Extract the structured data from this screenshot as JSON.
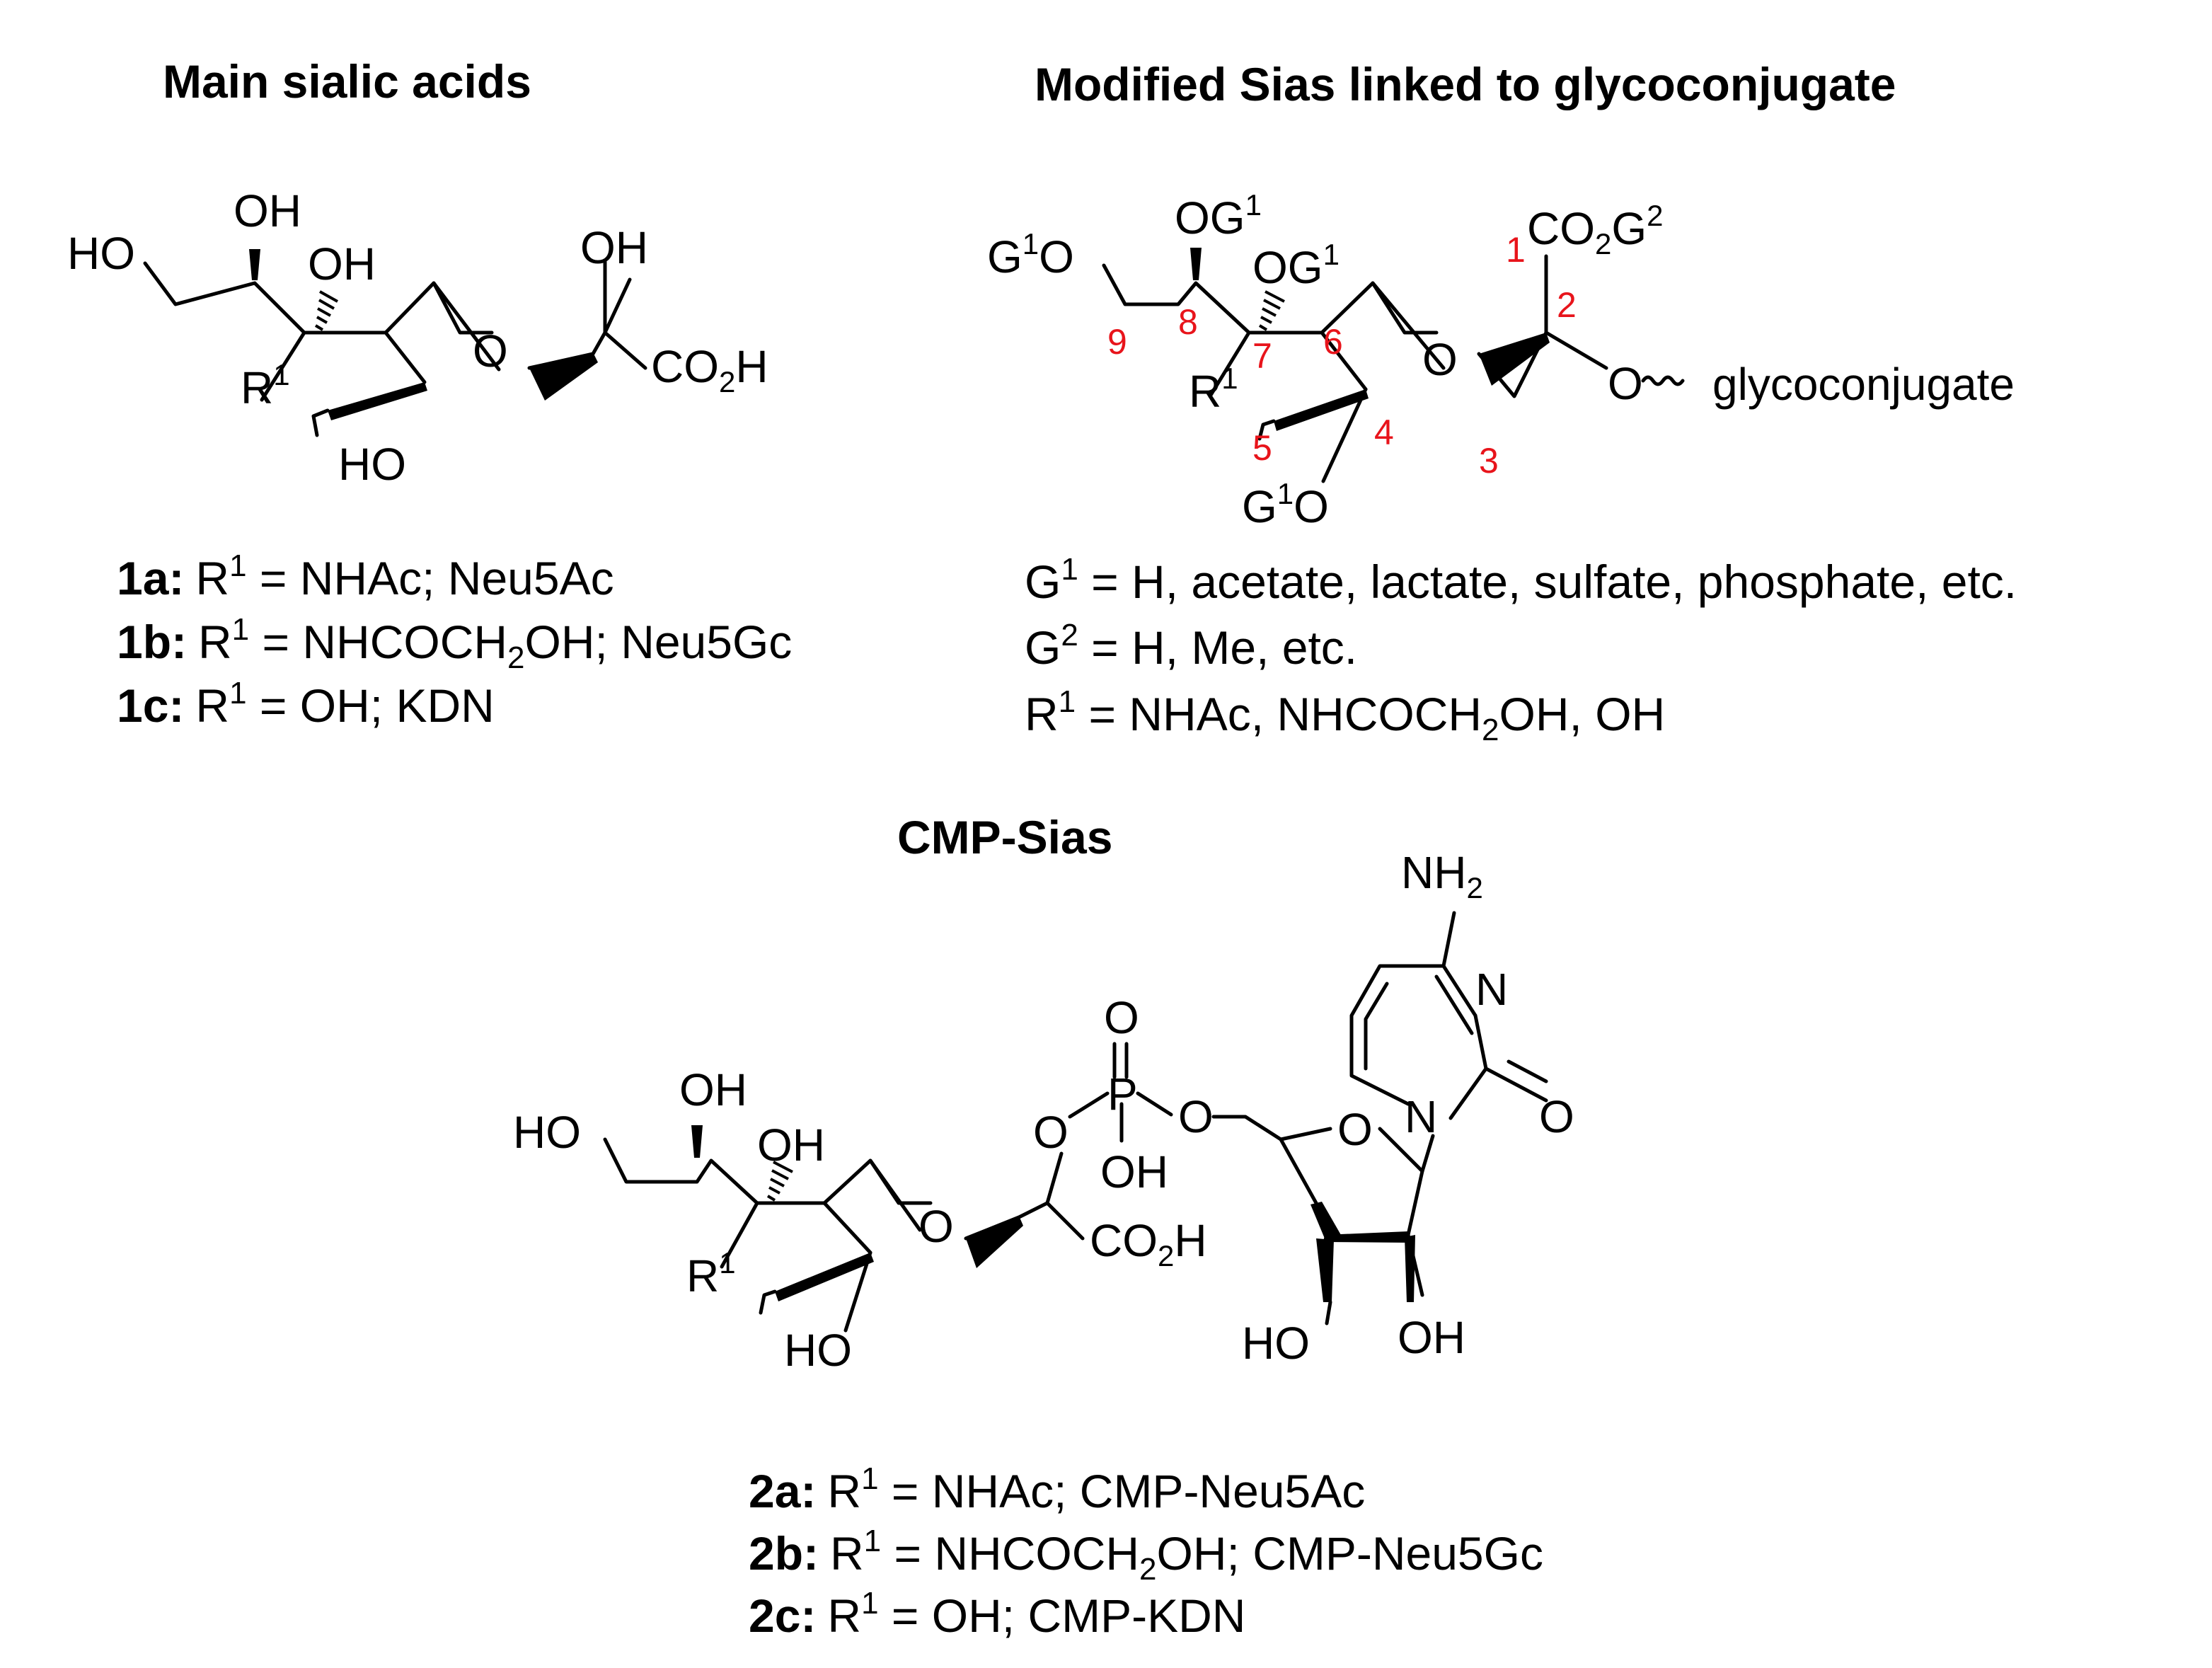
{
  "headings": {
    "main": "Main sialic acids",
    "modified": "Modified Sias linked to glycoconjugate",
    "cmp": "CMP-Sias"
  },
  "atoms": {
    "OH": "OH",
    "HO": "HO",
    "O": "O",
    "P": "P",
    "N": "N",
    "CO": "CO",
    "sub2": "2",
    "H": "H",
    "R": "R",
    "sup1": "1",
    "G": "G",
    "sup2": "2",
    "NH": "NH",
    "glycoconjugate": "glycoconjugate"
  },
  "carbon_numbers": [
    "1",
    "2",
    "3",
    "4",
    "5",
    "6",
    "7",
    "8",
    "9"
  ],
  "legend_1": [
    {
      "id": "1a:",
      "text": " = NHAc; Neu5Ac"
    },
    {
      "id": "1b:",
      "pre": " = NHCOCH",
      "post": "OH; Neu5Gc"
    },
    {
      "id": "1c:",
      "text": " = OH; KDN"
    }
  ],
  "legend_mod": [
    {
      "text": " = H, acetate, lactate, sulfate, phosphate, etc."
    },
    {
      "text": " = H, Me, etc."
    },
    {
      "pre": " = NHAc, NHCOCH",
      "post": "OH, OH"
    }
  ],
  "legend_2": [
    {
      "id": "2a:",
      "text": " = NHAc; CMP-Neu5Ac"
    },
    {
      "id": "2b:",
      "pre": " = NHCOCH",
      "post": "OH; CMP-Neu5Gc"
    },
    {
      "id": "2c:",
      "text": " = OH; CMP-KDN"
    }
  ]
}
